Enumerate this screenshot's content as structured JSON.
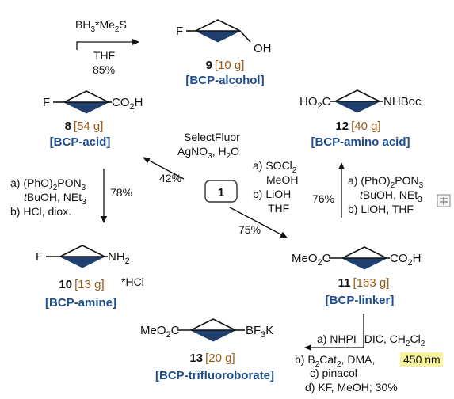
{
  "colors": {
    "tag": "#1f4e8c",
    "mass": "#9a5a14",
    "highlight": "#f6f39a",
    "bond": "#1f3f6e"
  },
  "center": {
    "label": "1"
  },
  "compounds": {
    "c9": {
      "number": "9",
      "mass": "[10 g]",
      "tag": "[BCP-alcohol]",
      "left": "F",
      "right": "OH"
    },
    "c8": {
      "number": "8",
      "mass": "[54 g]",
      "tag": "[BCP-acid]",
      "left": "F",
      "right": "CO2H"
    },
    "c12": {
      "number": "12",
      "mass": "[40 g]",
      "tag": "[BCP-amino acid]",
      "left": "HO2C",
      "right": "NHBoc"
    },
    "c10": {
      "number": "10",
      "mass": "[13 g]",
      "tag": "[BCP-amine]",
      "left": "F",
      "right": "NH2",
      "salt": "*HCl"
    },
    "c11": {
      "number": "11",
      "mass": "[163 g]",
      "tag": "[BCP-linker]",
      "left": "MeO2C",
      "right": "CO2H"
    },
    "c13": {
      "number": "13",
      "mass": "[20 g]",
      "tag": "[BCP-trifluoroborate]",
      "left": "MeO2C",
      "right": "BF3K"
    }
  },
  "conditions": {
    "top_reagent": "BH3*Me2S",
    "top_solvent": "THF",
    "top_yield": "85%",
    "fluor_1": "SelectFluor",
    "fluor_2": "AgNO3, H2O",
    "fluor_yield": "42%",
    "amine_a": "a) (PhO)2PON3",
    "amine_a2": "tBuOH, NEt3",
    "amine_b": "b) HCl, diox.",
    "amine_yield": "78%",
    "ester_a": "a) SOCl2",
    "ester_a2": "MeOH",
    "ester_b": "b) LiOH",
    "ester_b2": "THF",
    "ester_yield": "75%",
    "aa_a": "a) (PhO)2PON3",
    "aa_a2": "tBuOH, NEt3",
    "aa_b": "b) LiOH, THF",
    "aa_yield": "76%",
    "bf3_a": "a) NHPI, DIC, CH2Cl2",
    "bf3_b": "b) B2Cat2, DMA,",
    "bf3_b_nm": "450 nm",
    "bf3_c": "c) pinacol",
    "bf3_d": "d) KF, MeOH; 30%"
  }
}
